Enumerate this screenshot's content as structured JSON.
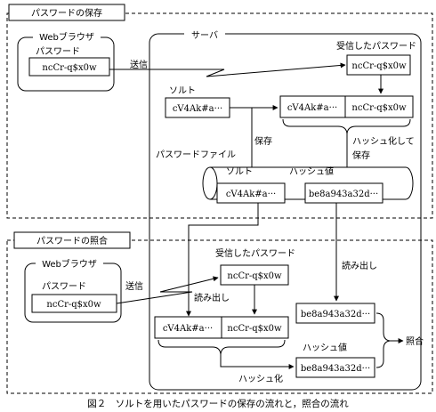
{
  "sections": {
    "storage_title": "パスワードの保存",
    "check_title": "パスワードの照合"
  },
  "server_label": "サーバ",
  "browser": {
    "title": "Webブラウザ",
    "password_label": "パスワード",
    "password_value": "ncCr-q$x0w"
  },
  "storage": {
    "send": "送信",
    "received_password_label": "受信したパスワード",
    "received_password": "ncCr-q$x0w",
    "salt_label": "ソルト",
    "salt_value": "cV4Ak#a···",
    "concat_salt": "cV4Ak#a···",
    "concat_password": "ncCr-q$x0w",
    "save_label": "保存",
    "hash_and_save_line1": "ハッシュ化して",
    "hash_and_save_line2": "保存"
  },
  "password_file": {
    "label": "パスワードファイル",
    "salt_header": "ソルト",
    "hash_header": "ハッシュ値",
    "salt_value": "cV4Ak#a···",
    "hash_value": "be8a943a32d···"
  },
  "check": {
    "send": "送信",
    "received_password_label": "受信したパスワード",
    "received_password": "ncCr-q$x0w",
    "read_salt": "読み出し",
    "read_hash": "読み出し",
    "concat_salt": "cV4Ak#a···",
    "concat_password": "ncCr-q$x0w",
    "stored_hash": "be8a943a32d···",
    "hash_value_label": "ハッシュ値",
    "computed_hash": "be8a943a32d···",
    "hash_label": "ハッシュ化",
    "compare_label": "照合"
  },
  "caption": "図２　ソルトを用いたパスワードの保存の流れと，照合の流れ"
}
